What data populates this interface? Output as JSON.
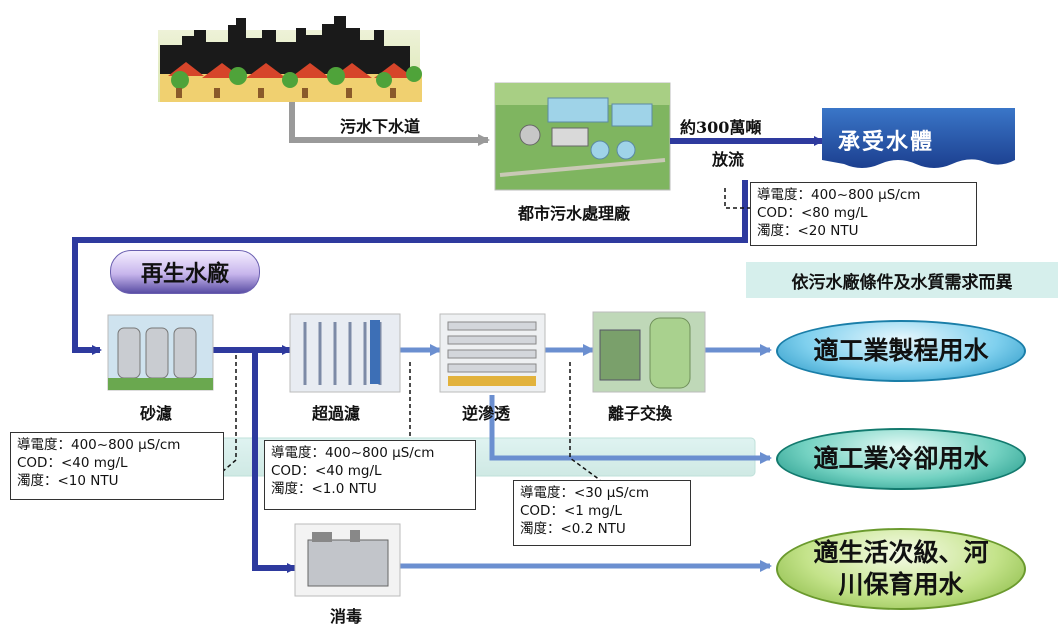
{
  "labels": {
    "sewer": "污水下水道",
    "plant": "都市污水處理廠",
    "discharge_amount": "約300萬噸",
    "discharge": "放流",
    "receiving_water": "承受水體",
    "reclaim_plant": "再生水廠",
    "note": "依污水廠條件及水質需求而異",
    "sand_filter": "砂濾",
    "ultrafiltration": "超過濾",
    "reverse_osmosis": "逆滲透",
    "ion_exchange": "離子交換",
    "disinfection": "消毒"
  },
  "outputs": {
    "industrial_process": "適工業製程用水",
    "industrial_cooling": "適工業冷卻用水",
    "secondary_line1": "適生活次級、河",
    "secondary_line2": "川保育用水"
  },
  "quality": {
    "effluent": {
      "line1": "導電度：400~800 μS/cm",
      "line2": "COD：<80 mg/L",
      "line3": "濁度：<20 NTU"
    },
    "sand": {
      "line1": "導電度：400~800 μS/cm",
      "line2": "COD：<40 mg/L",
      "line3": "濁度：<10 NTU"
    },
    "uf": {
      "line1": "導電度：400~800 μS/cm",
      "line2": "COD：<40 mg/L",
      "line3": "濁度：<1.0 NTU"
    },
    "ro": {
      "line1": "導電度：<30 μS/cm",
      "line2": "COD：<1 mg/L",
      "line3": "濁度：<0.2 NTU"
    }
  },
  "colors": {
    "main_flow": "#2e3a9e",
    "light_flow": "#6b8fd0",
    "gray_flow": "#9a9a9a",
    "output_blue": "#2aa3d0",
    "output_teal": "#1fa89a",
    "output_green": "#8cc63f"
  }
}
